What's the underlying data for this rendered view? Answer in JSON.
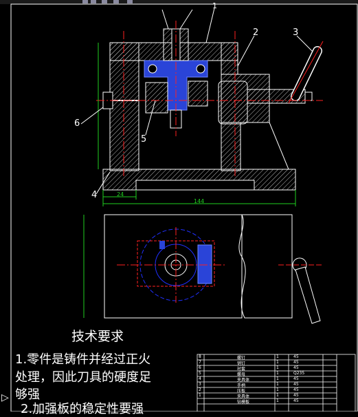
{
  "drawing": {
    "part_labels": [
      "1",
      "2",
      "3",
      "4",
      "5",
      "6"
    ],
    "dim_24": "24",
    "dim_144": "144"
  },
  "requirements": {
    "title": "技术要求",
    "line1a": "1.零件是铸件并经过正火",
    "line1b": "处理，因此刀具的硬度足",
    "line1c": "够强",
    "line2": "2.加强板的稳定性要强"
  },
  "parts_table": {
    "rows": [
      {
        "idx": "8",
        "name": "螺钉",
        "qty": "1",
        "mat": "45"
      },
      {
        "idx": "7",
        "name": "销钉",
        "qty": "1",
        "mat": "45"
      },
      {
        "idx": "6",
        "name": "衬套",
        "qty": "1",
        "mat": "45"
      },
      {
        "idx": "5",
        "name": "螺母",
        "qty": "1",
        "mat": "Q235"
      },
      {
        "idx": "4",
        "name": "夹具体",
        "qty": "1",
        "mat": "45"
      },
      {
        "idx": "3",
        "name": "手柄",
        "qty": "1",
        "mat": "45"
      },
      {
        "idx": "2",
        "name": "压板",
        "qty": "1",
        "mat": "45"
      },
      {
        "idx": "1",
        "name": "夹具体",
        "qty": "1",
        "mat": "45"
      },
      {
        "idx": "",
        "name": "钻模板",
        "qty": "1",
        "mat": "45"
      }
    ]
  },
  "colors": {
    "background": "#000000",
    "line": "#ffffff",
    "center": "#ff2020",
    "hidden": "#2030ff",
    "section": "#3355ff",
    "dimension": "#20d020",
    "hatch": "#c8c8c8",
    "leader": "#ffffff"
  }
}
